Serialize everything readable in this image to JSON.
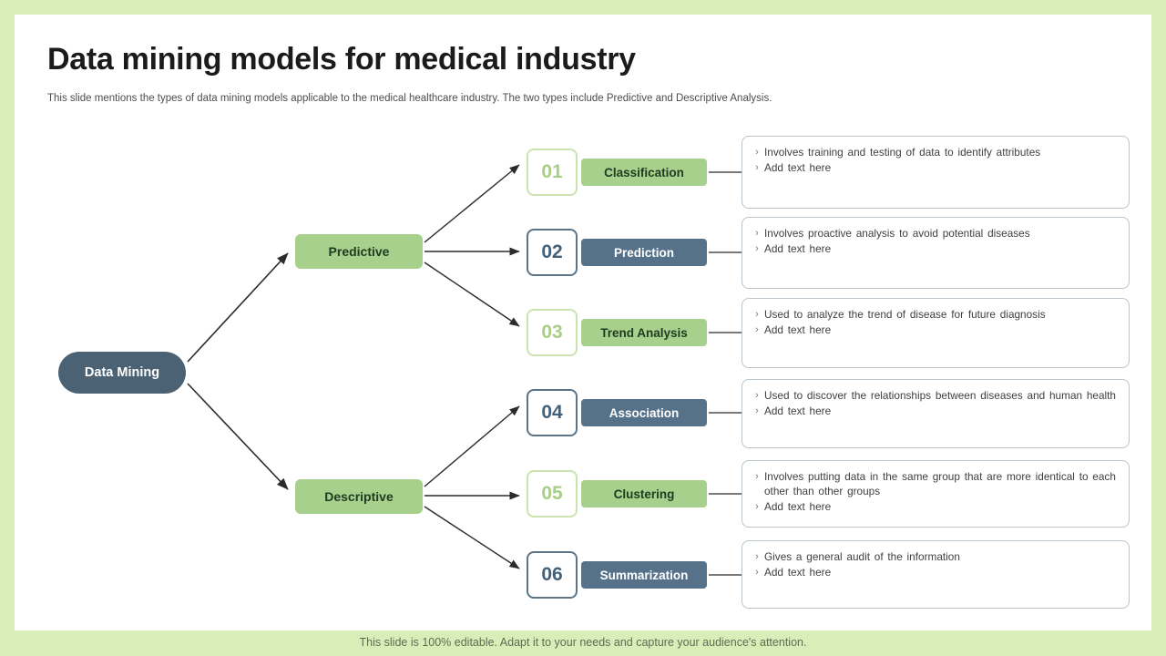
{
  "slide": {
    "title": "Data mining models for medical industry",
    "subtitle": "This slide mentions the types of data mining models applicable to the medical healthcare industry. The two types include Predictive and Descriptive Analysis.",
    "footer": "This slide is 100% editable. Adapt it to your needs and capture your audience's attention."
  },
  "colors": {
    "frame": "#d9edb9",
    "green": "#a8d08d",
    "blue": "#56728a",
    "root": "#4a6274",
    "border_gray": "#b9c4cc"
  },
  "root": {
    "label": "Data Mining"
  },
  "branches": [
    {
      "label": "Predictive"
    },
    {
      "label": "Descriptive"
    }
  ],
  "items": [
    {
      "number": "01",
      "label": "Classification",
      "style": "green",
      "lines": [
        "Involves  training and testing of data to identify attributes",
        "Add text here"
      ]
    },
    {
      "number": "02",
      "label": "Prediction",
      "style": "blue",
      "lines": [
        "Involves  proactive  analysis to avoid  potential diseases",
        "Add text here"
      ]
    },
    {
      "number": "03",
      "label": "Trend Analysis",
      "style": "green",
      "lines": [
        "Used to analyze the trend of disease  for future  diagnosis",
        "Add text here"
      ]
    },
    {
      "number": "04",
      "label": "Association",
      "style": "blue",
      "lines": [
        "Used to discover the relationships  between  diseases and human health",
        "Add text here"
      ]
    },
    {
      "number": "05",
      "label": "Clustering",
      "style": "green",
      "lines": [
        "Involves  putting data in the same group that are more identical to each other than other groups",
        "Add text here"
      ]
    },
    {
      "number": "06",
      "label": "Summarization",
      "style": "blue",
      "lines": [
        "Gives  a general  audit  of the information",
        "Add text here"
      ]
    }
  ]
}
